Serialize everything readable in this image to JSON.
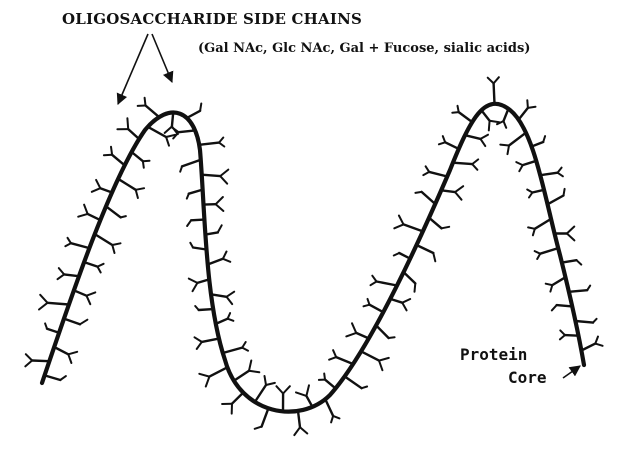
{
  "diagram": {
    "title": "OLIGOSACCHARIDE SIDE CHAINS",
    "subtitle": "(Gal NAc, Glc NAc, Gal + Fucose, sialic acids)",
    "core_label_line1": "Protein",
    "core_label_line2": "Core",
    "stroke_color": "#111111",
    "background_color": "#ffffff"
  }
}
